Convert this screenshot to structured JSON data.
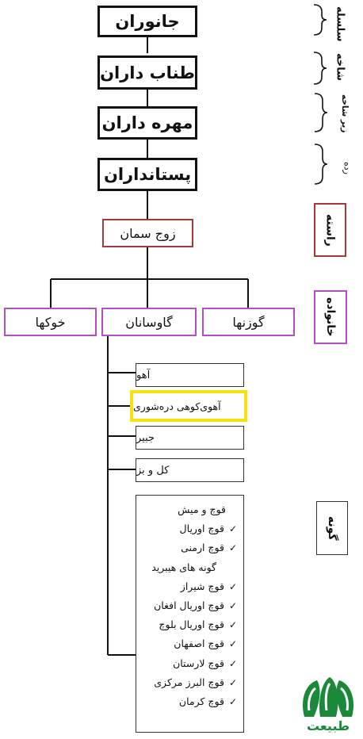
{
  "ranks": [
    {
      "label": "جانوران"
    },
    {
      "label": "طناب داران"
    },
    {
      "label": "مهره داران"
    },
    {
      "label": "پستانداران"
    }
  ],
  "order": {
    "label": "زوج سمان"
  },
  "families": [
    "خوکها",
    "گاوسانان",
    "گوزنها"
  ],
  "species": [
    "آهو",
    "آهوی‌کوهی دره‌شوری",
    "جبیر",
    "کل و بز"
  ],
  "sheep_list": {
    "heading": "قوچ و میش",
    "items_a": [
      "قوچ اوریال",
      "قوچ ارمنی"
    ],
    "subheading": "گونه های هیبرید",
    "items_b": [
      "قوچ شیراز",
      "قوچ اوریال افغان",
      "قوچ اوریال بلوچ",
      "قوچ اصفهان",
      "قوچ لارستان",
      "قوچ البرز مرکزی",
      "قوچ کرمان"
    ],
    "check": "✓"
  },
  "side_labels": {
    "phylum_series": "سلسله",
    "branch": "شاخه",
    "subbranch": "زیر شاخه",
    "class": "رده",
    "order": "راسته",
    "family": "خانواده",
    "species": "گونه"
  },
  "logo": {
    "text": "طبیعت"
  },
  "colors": {
    "order_border": "#a63a3a",
    "family_border": "#b24fc2",
    "highlight": "#f5e40c",
    "logo_green": "#1a8a3a"
  }
}
